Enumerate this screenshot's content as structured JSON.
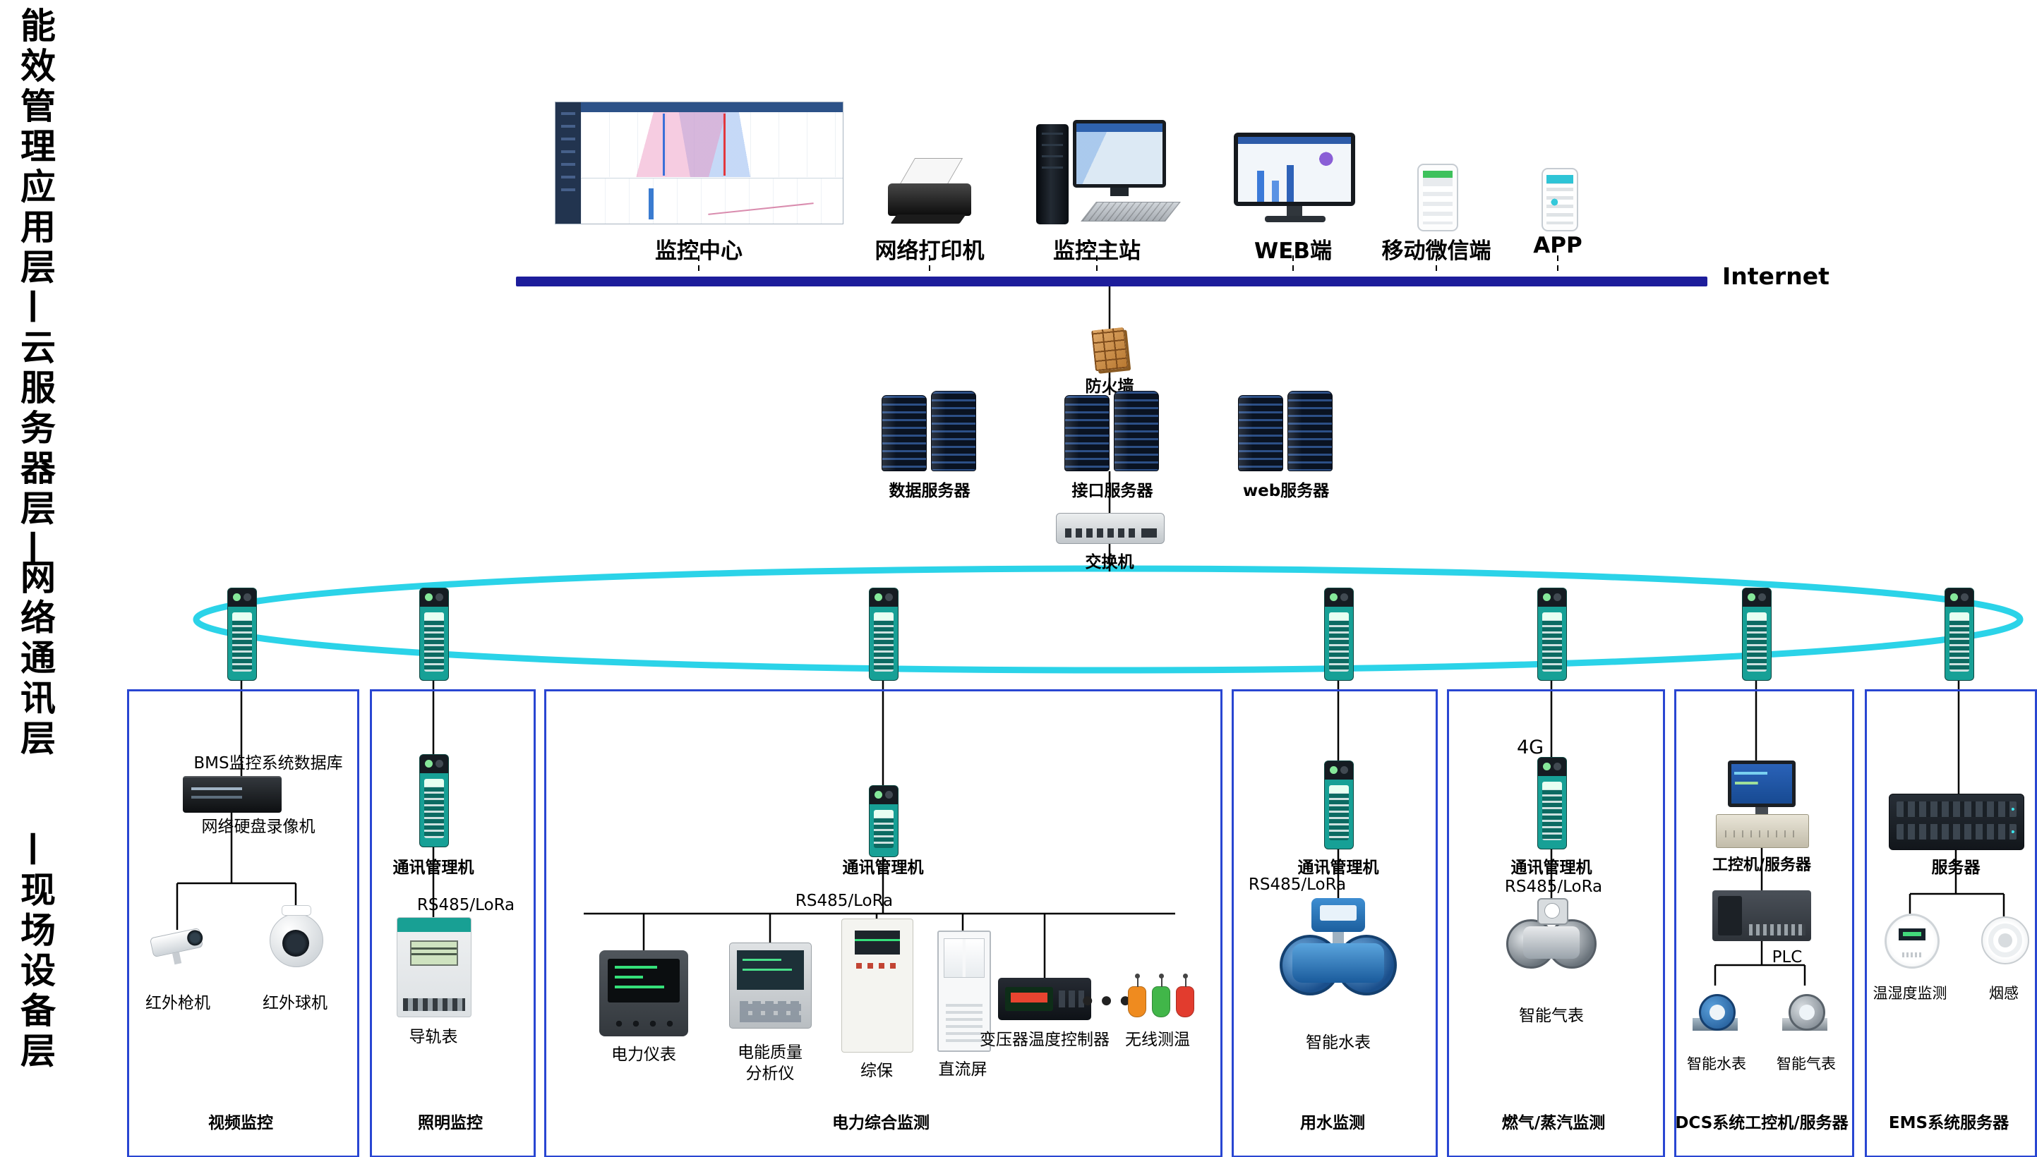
{
  "colors": {
    "accent_blue": "#2946d2",
    "internet_bar": "#1d1d9b",
    "ring_cyan": "#2bd3e8",
    "device_teal": "#17a096"
  },
  "layers": {
    "col1": "能效管理应用层—云服务器层—",
    "col2": "网络通讯层",
    "col3": "—现场设备层"
  },
  "top": {
    "monitor_center": "监控中心",
    "printer": "网络打印机",
    "master": "监控主站",
    "web": "WEB端",
    "wechat": "移动微信端",
    "app": "APP",
    "internet": "Internet"
  },
  "cloud": {
    "firewall": "防火墙",
    "data_server": "数据服务器",
    "interface_server": "接口服务器",
    "web_server": "web服务器",
    "switch": "交换机"
  },
  "video": {
    "title": "视频监控",
    "bms": "BMS监控系统数据库",
    "nvr": "网络硬盘录像机",
    "cam_bullet": "红外枪机",
    "cam_dome": "红外球机"
  },
  "lighting": {
    "title": "照明监控",
    "gateway": "通讯管理机",
    "bus": "RS485/LoRa",
    "meter": "导轨表"
  },
  "power": {
    "title": "电力综合监测",
    "gateway": "通讯管理机",
    "bus": "RS485/LoRa",
    "meter1": "电力仪表",
    "meter2a": "电能质量",
    "meter2b": "分析仪",
    "meter3": "综保",
    "meter4": "直流屏",
    "meter5": "变压器温度控制器",
    "dots": "● ● ●",
    "meter6": "无线测温"
  },
  "water": {
    "title": "用水监测",
    "gateway": "通讯管理机",
    "bus": "RS485/LoRa",
    "meter": "智能水表"
  },
  "gas": {
    "title": "燃气/蒸汽监测",
    "tag4g": "4G",
    "gateway": "通讯管理机",
    "bus": "RS485/LoRa",
    "meter": "智能气表"
  },
  "dcs": {
    "title": "DCS系统工控机/服务器",
    "ipc": "工控机/服务器",
    "plc": "PLC",
    "water_meter": "智能水表",
    "gas_meter": "智能气表"
  },
  "ems": {
    "title": "EMS系统服务器",
    "server": "服务器",
    "temp_humidity": "温湿度监测",
    "smoke": "烟感"
  }
}
